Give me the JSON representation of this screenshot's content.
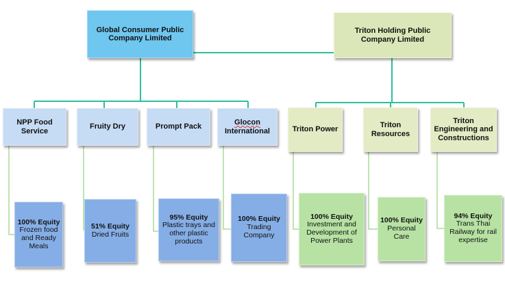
{
  "roots": {
    "global": "Global Consumer Public Company Limited",
    "triton": "Triton Holding Public Company Limited"
  },
  "subsidiaries": {
    "npp": "NPP Food Service",
    "fruity": "Fruity Dry",
    "prompt": "Prompt Pack",
    "glocon_name": "Glocon",
    "glocon_suffix": "International",
    "triton_power": "Triton Power",
    "triton_resources": "Triton Resources",
    "triton_engineering": "Triton Engineering and Constructions"
  },
  "details": {
    "npp": {
      "equity": "100% Equity",
      "desc": "Frozen food and Ready Meals"
    },
    "fruity": {
      "equity": "51% Equity",
      "desc": "Dried Fruits"
    },
    "prompt": {
      "equity": "95% Equity",
      "desc": "Plastic trays and other plastic products"
    },
    "glocon": {
      "equity": "100% Equity",
      "desc": "Trading Company"
    },
    "power": {
      "equity": "100% Equity",
      "desc": "Investment and Development of Power Plants"
    },
    "resources": {
      "equity": "100% Equity",
      "desc": "Personal Care"
    },
    "engineering": {
      "equity": "94% Equity",
      "desc": "Trans Thai Railway for rail expertise"
    }
  },
  "colors": {
    "connector": "#2bbf9a",
    "detail_connector": "#a8dc98",
    "root_blue": "#6fc6ee",
    "root_green": "#dbe7b8",
    "sub_blue": "#c6dbf4",
    "sub_green": "#e2ebc4",
    "leaf_blue": "#86aee6",
    "leaf_green": "#b7e2a4"
  }
}
